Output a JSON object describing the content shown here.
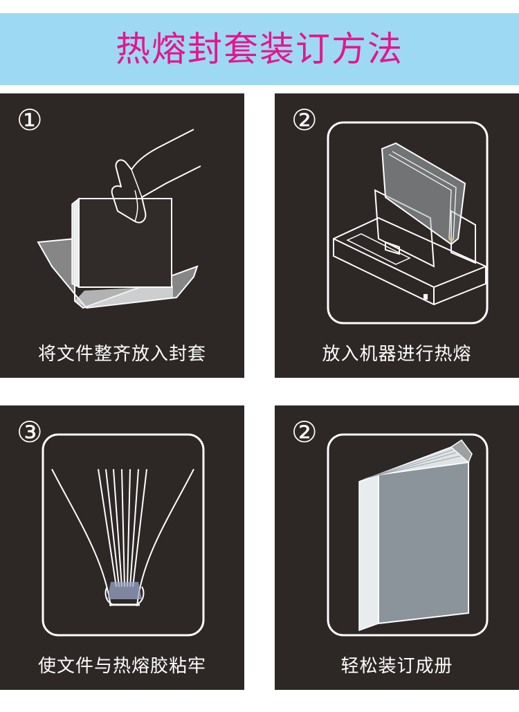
{
  "banner": {
    "title": "热熔封套装订方法",
    "title_color": "#e5158c",
    "background": "#9dd9f3"
  },
  "panel_color": "#2d2826",
  "steps": [
    {
      "number": "①",
      "caption": "将文件整齐放入封套",
      "icon": "hand-inserting-documents-icon"
    },
    {
      "number": "②",
      "caption": "放入机器进行热熔",
      "icon": "binding-machine-icon"
    },
    {
      "number": "③",
      "caption": "使文件与热熔胶粘牢",
      "icon": "glue-spine-icon"
    },
    {
      "number": "②",
      "caption": "轻松装订成册",
      "icon": "bound-book-icon"
    }
  ]
}
